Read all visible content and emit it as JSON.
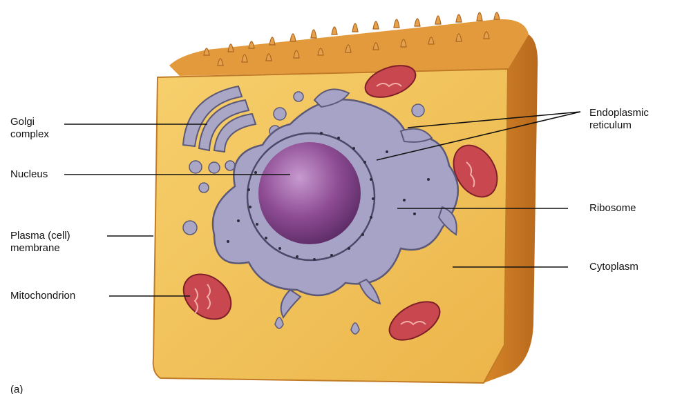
{
  "labels": {
    "golgi": {
      "line1": "Golgi",
      "line2": "complex"
    },
    "nucleus": "Nucleus",
    "plasma": {
      "line1": "Plasma (cell)",
      "line2": "membrane"
    },
    "mitochondrion": "Mitochondrion",
    "er": {
      "line1": "Endoplasmic",
      "line2": "reticulum"
    },
    "ribosome": "Ribosome",
    "cytoplasm": "Cytoplasm",
    "panel": "(a)"
  },
  "colors": {
    "cytoplasm_face": "#f2c25a",
    "membrane_side": "#d98a2a",
    "membrane_top": "#e29a3c",
    "er": "#a7a3c6",
    "nucleus": "#8e4c93",
    "mitochondrion": "#c9474f",
    "golgi": "#a9a6c6"
  }
}
